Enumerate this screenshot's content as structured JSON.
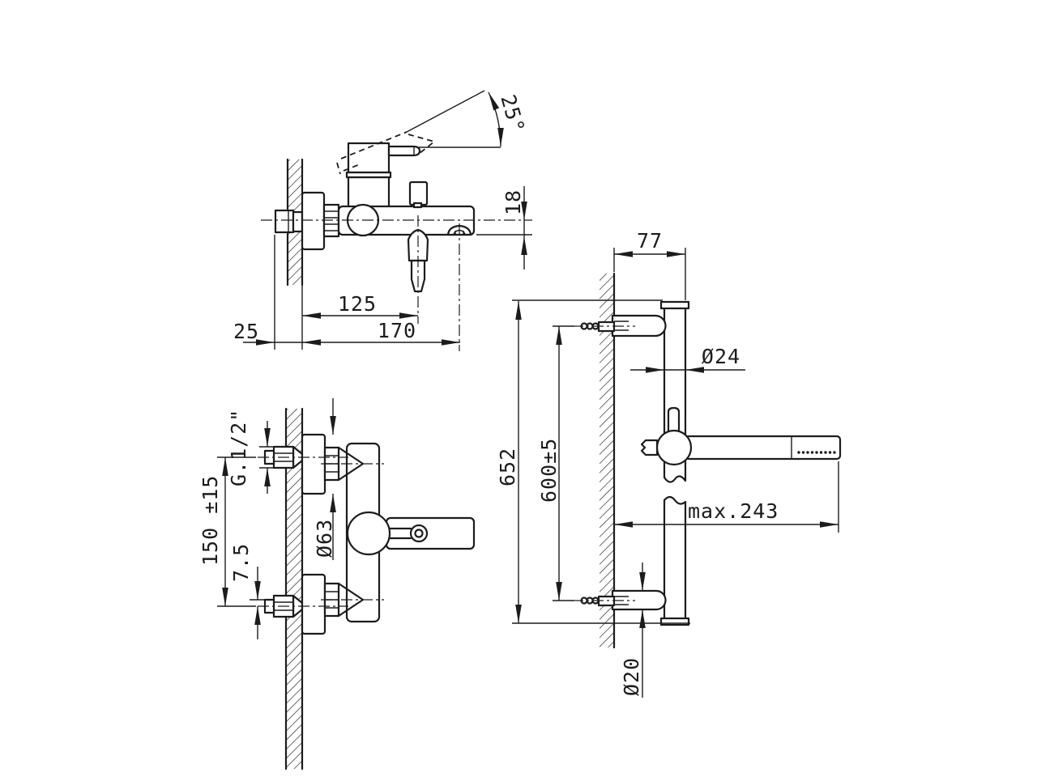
{
  "drawing_type": "technical-dimension-drawing",
  "colors": {
    "line": "#1c1c1c",
    "background": "#ffffff"
  },
  "side_view": {
    "angle": "25°",
    "spout_height": "18",
    "handshower_offset": "125",
    "spout_reach": "170",
    "wall_clearance": "25"
  },
  "front_view": {
    "thread_size": "G.1/2\"",
    "inlet_centers": "150 ±15",
    "eccentric_offset": "7.5",
    "escutcheon_diameter": "Ø63"
  },
  "rail_view": {
    "bracket_depth": "77",
    "rail_diameter": "Ø24",
    "rail_length": "652",
    "bracket_centers": "600±5",
    "max_reach": "max.243",
    "bracket_tube_diameter": "Ø20"
  }
}
